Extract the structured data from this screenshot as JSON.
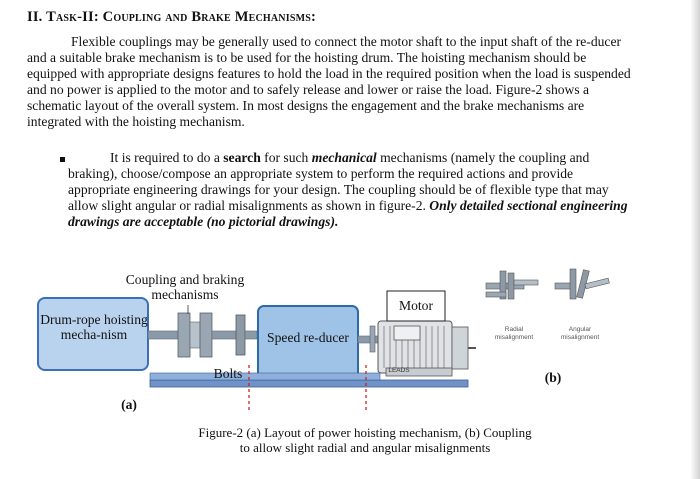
{
  "section": {
    "heading_prefix": "II. T",
    "heading_sc": "ask-II: Coupling and Brake Mechanisms:"
  },
  "paragraph": {
    "text": "Flexible couplings may be generally used to connect the motor shaft to the input shaft of the re-ducer and a suitable brake mechanism is to be used for the hoisting drum.  The hoisting mechanism should be equipped with appropriate designs features to hold the load in the required position when the load is suspended and no power is applied to the motor and to safely release and lower or raise the load. Figure-2 shows a schematic layout of the overall system. In most designs the engagement and the brake mechanisms are integrated with the hoisting mechanism."
  },
  "bullet": {
    "part1": "It is required to do a ",
    "bold1": "search",
    "part2": " for such ",
    "bolditalic1": "mechanical",
    "part3": " mechanisms (namely the coupling and braking), choose/compose an appropriate system to perform the required actions and provide appropriate engineering drawings for your design. The coupling should be of flexible type that may allow slight angular or radial misalignments as shown in figure-2. ",
    "bolditalic2": "Only detailed sectional engineering drawings are acceptable (no pictorial drawings)."
  },
  "figure": {
    "label_coupling": "Coupling and braking mechanisms",
    "label_drum": "Drum-rope hoisting mecha-nism",
    "label_reducer": "Speed re-ducer",
    "label_motor": "Motor",
    "label_bolts": "Bolts",
    "label_a": "(a)",
    "label_b": "(b)",
    "label_radial": "Radial misalignment",
    "label_angular": "Angular misalignment",
    "motor_plate": "LEADS",
    "caption_line1": "Figure-2 (a) Layout of power hoisting mechanism, (b) Coupling",
    "caption_line2": "to allow slight radial and angular misalignments"
  },
  "colors": {
    "drum_fill": "#b9d3ee",
    "drum_stroke": "#3b6fb6",
    "reducer_fill": "#9fc2e7",
    "reducer_stroke": "#2f6aa8",
    "base_blue": "#6f93c9",
    "bolt_red": "#d42020"
  }
}
